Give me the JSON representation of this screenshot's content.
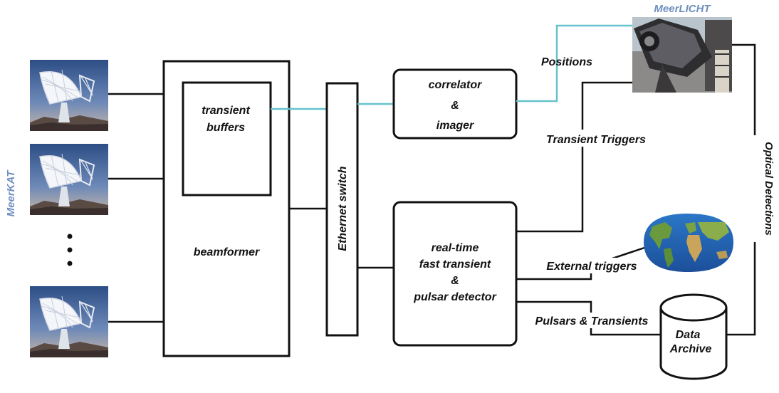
{
  "colors": {
    "accent_cyan": "#66c2cc",
    "label_blue": "#6f8fbf",
    "line": "#111111",
    "background": "#ffffff"
  },
  "labels": {
    "meerkat": "MeerKAT",
    "meerlicht": "MeerLICHT",
    "transient_buffers": [
      "transient",
      "buffers"
    ],
    "beamformer": "beamformer",
    "ethernet_switch": "Ethernet switch",
    "correlator_imager": [
      "correlator",
      "&",
      "imager"
    ],
    "detector": [
      "real-time",
      "fast transient",
      "&",
      "pulsar detector"
    ],
    "positions": "Positions",
    "transient_triggers": "Transient Triggers",
    "external_triggers": "External triggers",
    "pulsars_transients": "Pulsars & Transients",
    "optical_detections": "Optical Detections",
    "data_archive": [
      "Data",
      "Archive"
    ],
    "ellipsis": "•\n•\n•"
  },
  "icons": {
    "dish": "radio-dish-antenna-icon",
    "telescope": "optical-telescope-icon",
    "world_map": "world-map-icon",
    "archive": "database-cylinder-icon"
  }
}
